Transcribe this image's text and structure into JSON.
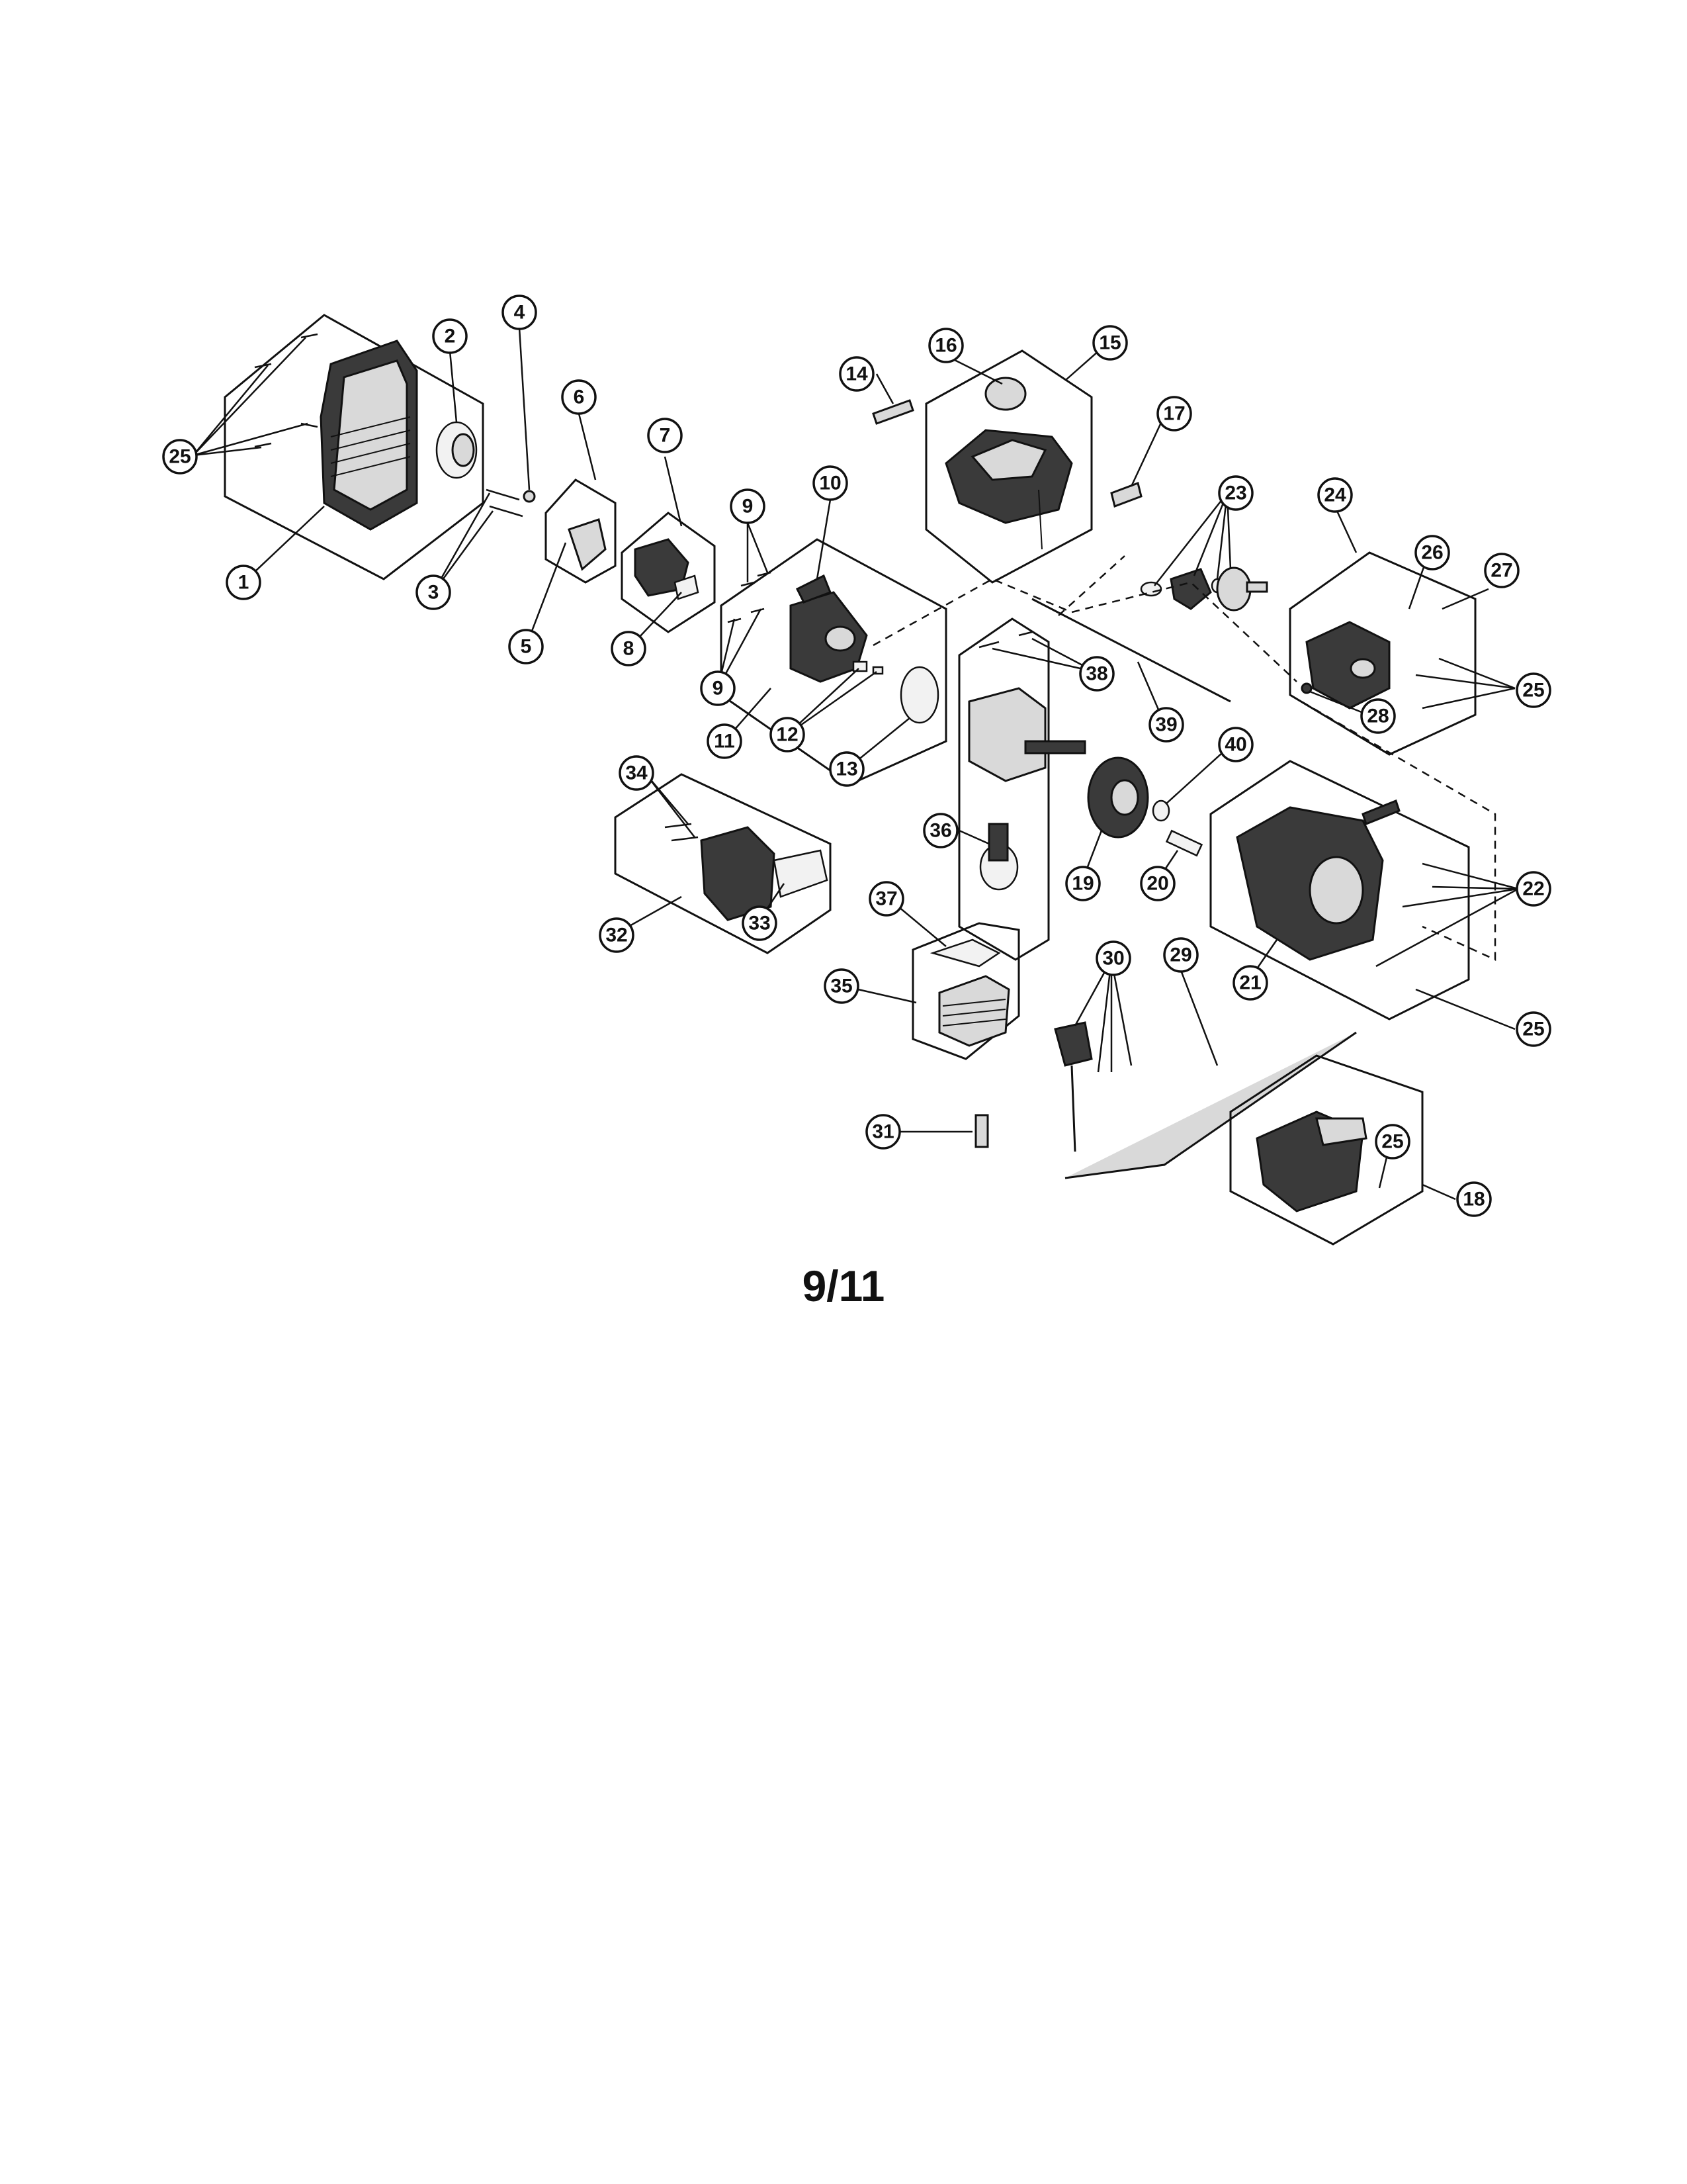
{
  "page_label": "9/11",
  "callouts": [
    "1",
    "2",
    "3",
    "4",
    "5",
    "6",
    "7",
    "8",
    "9",
    "10",
    "11",
    "12",
    "13",
    "14",
    "15",
    "16",
    "17",
    "18",
    "19",
    "20",
    "21",
    "22",
    "23",
    "24",
    "25",
    "26",
    "27",
    "28",
    "29",
    "30",
    "31",
    "32",
    "33",
    "34",
    "35",
    "36",
    "37",
    "38",
    "39",
    "40"
  ]
}
